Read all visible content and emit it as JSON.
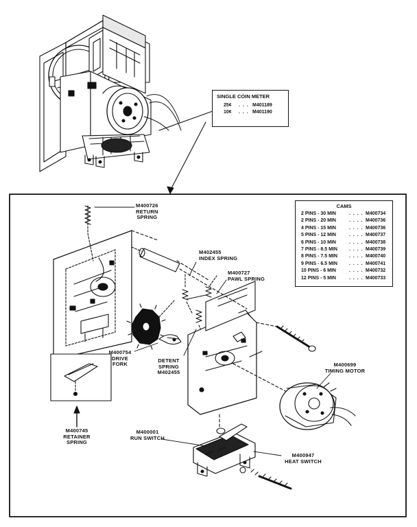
{
  "coin_meter": {
    "title": "SINGLE COIN METER",
    "rows": [
      {
        "coin": "25¢",
        "dots": ". . .",
        "part": "M401189"
      },
      {
        "coin": "10¢",
        "dots": ". . .",
        "part": "M401190"
      }
    ]
  },
  "cams": {
    "title": "CAMS",
    "rows": [
      {
        "desc": "2 PINS - 30 MIN",
        "dots": ". . . .",
        "part": "M400734"
      },
      {
        "desc": "2 PINS - 20 MIN",
        "dots": ". . . .",
        "part": "M400736"
      },
      {
        "desc": "4 PINS - 15 MIN",
        "dots": ". . . .",
        "part": "M400736"
      },
      {
        "desc": "5 PINS - 12 MIN",
        "dots": ". . . .",
        "part": "M400737"
      },
      {
        "desc": "6 PINS - 10 MIN",
        "dots": ". . . .",
        "part": "M400738"
      },
      {
        "desc": "7 PINS - 8.5 MIN",
        "dots": ". . . .",
        "part": "M400739"
      },
      {
        "desc": "8 PINS - 7.5 MIN",
        "dots": ". . . .",
        "part": "M400740"
      },
      {
        "desc": "9 PINS - 6.5 MIN",
        "dots": ". . . .",
        "part": "M400741"
      },
      {
        "desc": "10 PINS - 6 MIN",
        "dots": ". . . .",
        "part": "M400732"
      },
      {
        "desc": "12 PINS - 5 MIN",
        "dots": ". . . .",
        "part": "M400733"
      }
    ]
  },
  "labels": {
    "return_spring": [
      "M400726",
      "RETURN",
      "SPRING"
    ],
    "index_spring": [
      "M402455",
      "INDEX SPRING"
    ],
    "pawl_spring": [
      "M400727",
      "PAWL SPRING"
    ],
    "drive_fork": [
      "M400754",
      "DRIVE",
      "FORK"
    ],
    "detent_spring": [
      "DETENT",
      "SPRING",
      "M402455"
    ],
    "timing_motor": [
      "M400699",
      "TIMING MOTOR"
    ],
    "retainer_spring": [
      "M400745",
      "RETAINER",
      "SPRING"
    ],
    "run_switch": [
      "M400001",
      "RUN SWITCH"
    ],
    "heat_switch": [
      "M400947",
      "HEAT SWITCH"
    ]
  }
}
